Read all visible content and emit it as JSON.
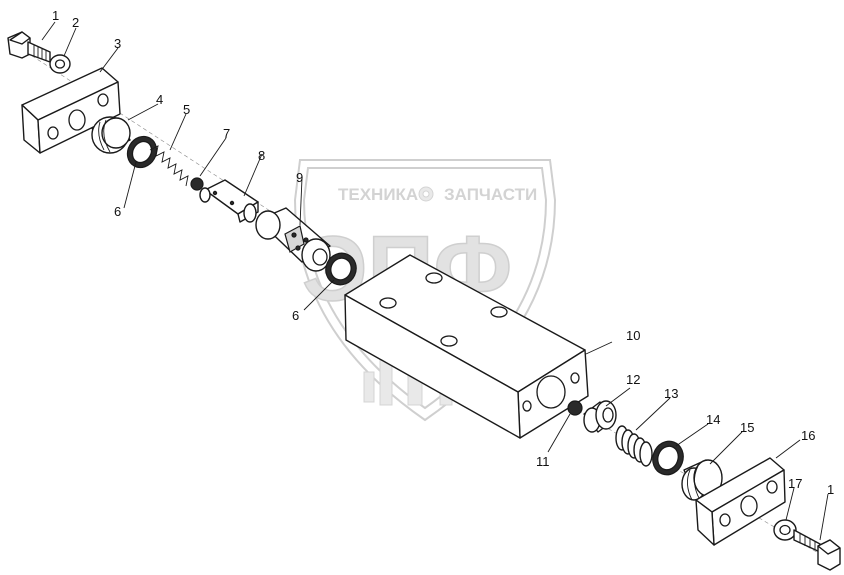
{
  "watermark": {
    "brand_left": "ТЕХНИКА",
    "brand_right": "ЗАПЧАСТИ",
    "monogram": "ЭПФ"
  },
  "callouts": [
    {
      "id": "c1a",
      "text": "1"
    },
    {
      "id": "c2",
      "text": "2"
    },
    {
      "id": "c3",
      "text": "3"
    },
    {
      "id": "c4",
      "text": "4"
    },
    {
      "id": "c5",
      "text": "5"
    },
    {
      "id": "c6a",
      "text": "6"
    },
    {
      "id": "c7",
      "text": "7"
    },
    {
      "id": "c8",
      "text": "8"
    },
    {
      "id": "c9",
      "text": "9"
    },
    {
      "id": "c6b",
      "text": "6"
    },
    {
      "id": "c10",
      "text": "10"
    },
    {
      "id": "c11",
      "text": "11"
    },
    {
      "id": "c12",
      "text": "12"
    },
    {
      "id": "c13",
      "text": "13"
    },
    {
      "id": "c14",
      "text": "14"
    },
    {
      "id": "c15",
      "text": "15"
    },
    {
      "id": "c16",
      "text": "16"
    },
    {
      "id": "c17",
      "text": "17"
    },
    {
      "id": "c1b",
      "text": "1"
    }
  ]
}
